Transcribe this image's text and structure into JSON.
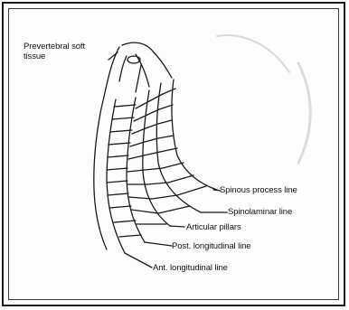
{
  "diagram": {
    "labels": {
      "prevertebral_line1": "Prevertebral soft",
      "prevertebral_line2": "tissue",
      "spinous_process_line": "Spinous process line",
      "spinolaminar_line": "Spinolaminar line",
      "articular_pillars": "Articular pillars",
      "post_longitudinal_line": "Post. longitudinal line",
      "ant_longitudinal_line": "Ant. longitudinal line"
    }
  }
}
